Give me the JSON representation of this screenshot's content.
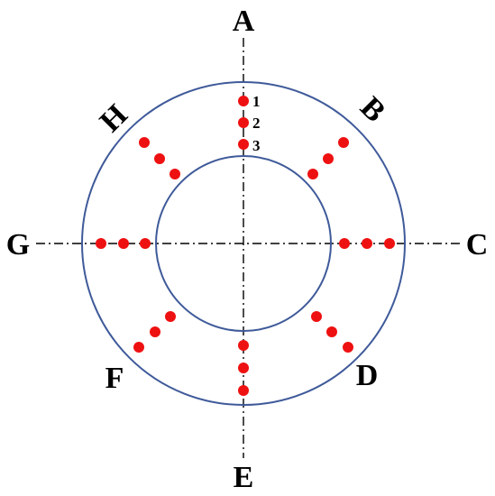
{
  "labels": {
    "A": "A",
    "B": "B",
    "C": "C",
    "D": "D",
    "E": "E",
    "F": "F",
    "G": "G",
    "H": "H"
  },
  "point_labels": [
    "1",
    "2",
    "3"
  ],
  "colors": {
    "circle": "#3f5a9a",
    "dots": "#ee1111",
    "axis": "#000000",
    "text": "#000000"
  }
}
